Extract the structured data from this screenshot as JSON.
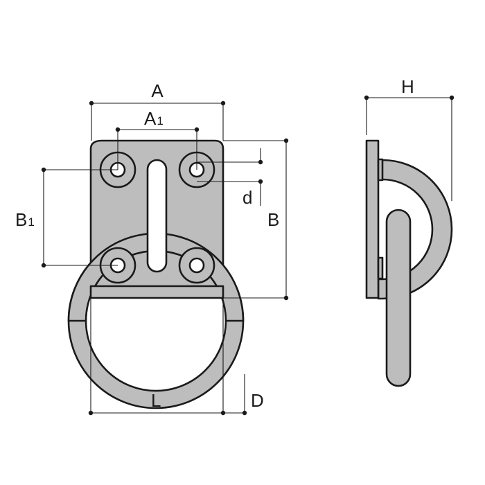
{
  "labels": {
    "A": "A",
    "A1_main": "A",
    "A1_sub": "1",
    "B": "B",
    "B1_main": "B",
    "B1_sub": "1",
    "d": "d",
    "L": "L",
    "D": "D",
    "H": "H"
  },
  "colors": {
    "ink": "#1a1a1a",
    "part_fill": "#bdbdbd",
    "background": "#ffffff"
  }
}
